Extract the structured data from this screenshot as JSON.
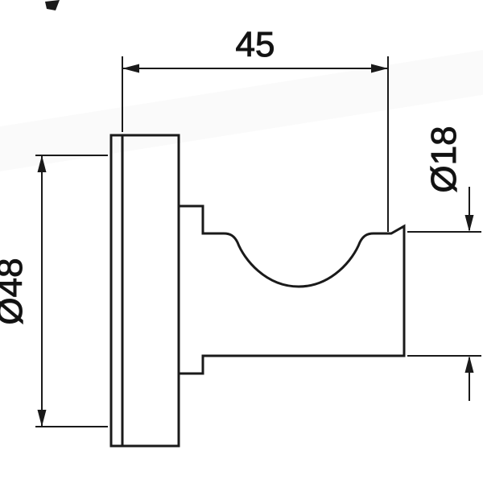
{
  "drawing": {
    "type": "technical-dimension-drawing",
    "subject": "wall hook side profile",
    "colors": {
      "line": "#1a1a1a",
      "background": "#ffffff"
    },
    "dimensions": {
      "projection": {
        "label": "45"
      },
      "plate_diameter": {
        "label": "Ø48"
      },
      "hook_diameter": {
        "label": "Ø18"
      }
    }
  }
}
